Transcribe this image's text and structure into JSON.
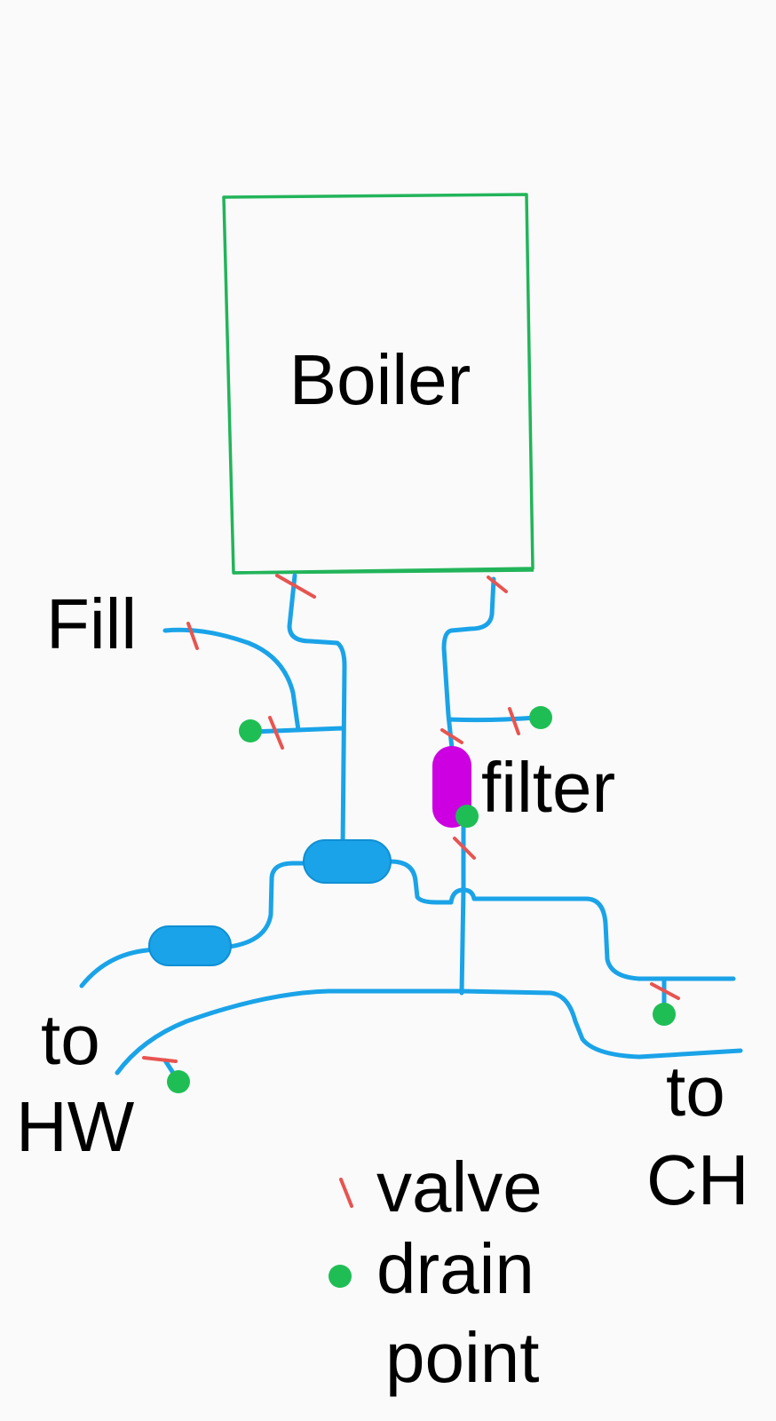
{
  "labels": {
    "boiler": "Boiler",
    "fill": "Fill",
    "filter": "filter",
    "to_hw_line1": "to",
    "to_hw_line2": "HW",
    "to_ch_line1": "to",
    "to_ch_line2": "CH"
  },
  "legend": {
    "valve": "valve",
    "drain_line1": "drain",
    "drain_line2": "point"
  },
  "colors": {
    "pipe": "#1aa3e8",
    "valve": "#e85450",
    "drain_point": "#1fbe55",
    "boiler_outline": "#22b45a",
    "filter": "#cc00e0",
    "background": "#fafafa"
  }
}
